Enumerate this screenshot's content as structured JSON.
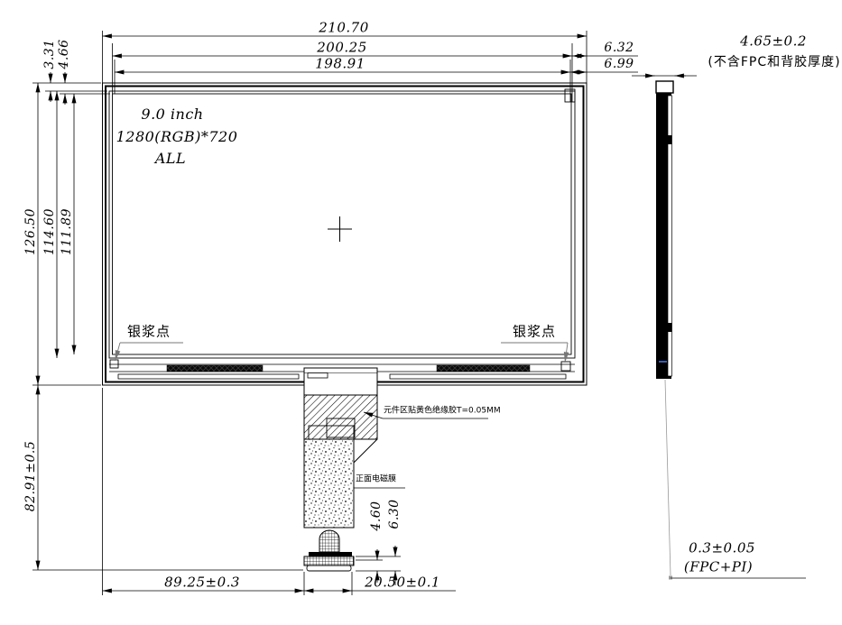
{
  "panel": {
    "size_label": "9.0 inch",
    "resolution_label": "1280(RGB)*720",
    "mode_label": "ALL"
  },
  "annotations": {
    "silver_paste_left": "银浆点",
    "silver_paste_right": "银浆点",
    "insulation_note": "元件区贴黄色绝缘胶T=0.05MM",
    "emi_film_note": "正面电磁膜"
  },
  "dims": {
    "overall_width": "210.70",
    "outline_width": "200.25",
    "active_width": "198.91",
    "right_margin_1": "6.32",
    "right_margin_2": "6.99",
    "top_border_1": "3.31",
    "top_border_2": "4.66",
    "overall_height": "126.50",
    "inner_height_1": "114.60",
    "inner_height_2": "111.89",
    "fpc_length": "82.91±0.5",
    "fpc_left_offset": "89.25±0.3",
    "fpc_width": "20.50±0.1",
    "connector_dim_1": "4.60",
    "connector_dim_2": "6.30"
  },
  "side": {
    "thickness": "4.65±0.2",
    "thickness_note": "(不含FPC和背胶厚度)",
    "fpc_thickness": "0.3±0.05",
    "fpc_thickness_note": "(FPC+PI)"
  },
  "colors": {
    "line": "#000000",
    "leader_gray": "#777777",
    "dark_fill": "#0a0a0a",
    "background": "#ffffff"
  }
}
